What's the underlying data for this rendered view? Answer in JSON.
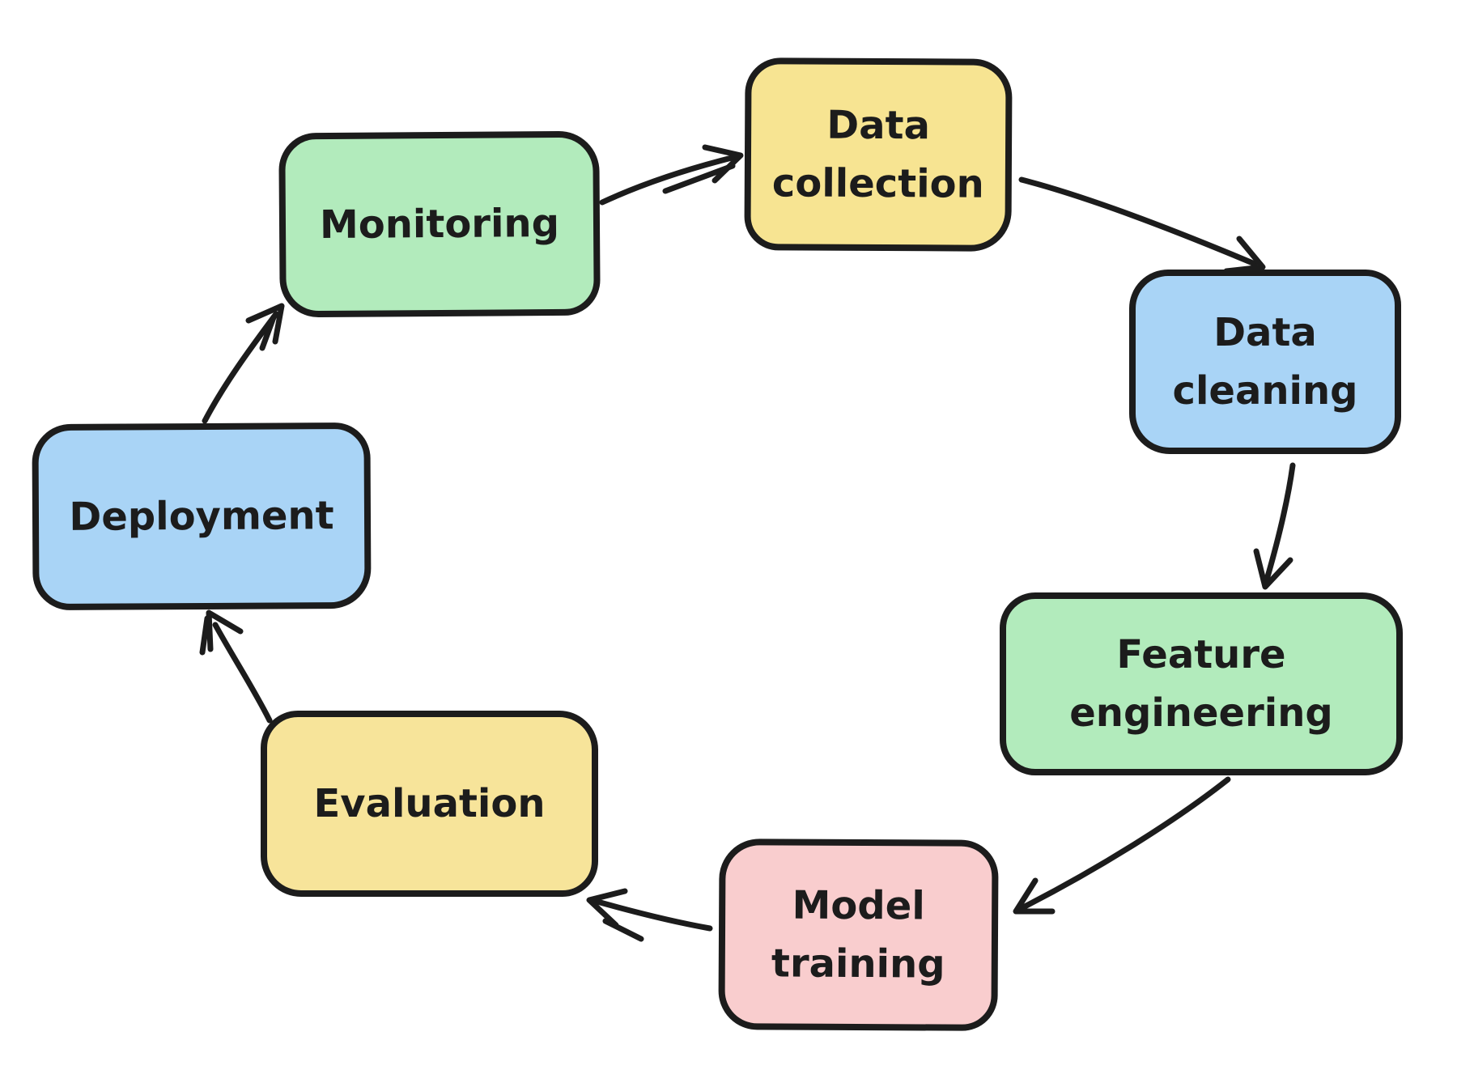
{
  "diagram": {
    "background": "#ffffff",
    "stroke_color": "#1c1c1c",
    "nodes": [
      {
        "id": "monitoring",
        "label": "Monitoring",
        "color": "#b2ebbc"
      },
      {
        "id": "data-collection",
        "label": "Data collection",
        "color": "#f7e492"
      },
      {
        "id": "data-cleaning",
        "label": "Data cleaning",
        "color": "#a9d4f6"
      },
      {
        "id": "feature-engineering",
        "label": "Feature engineering",
        "color": "#b2ebbc"
      },
      {
        "id": "model-training",
        "label": "Model training",
        "color": "#f9cdce"
      },
      {
        "id": "evaluation",
        "label": "Evaluation",
        "color": "#f7e49a"
      },
      {
        "id": "deployment",
        "label": "Deployment",
        "color": "#a9d4f6"
      }
    ],
    "edges": [
      {
        "from": "Monitoring",
        "to": "Data collection"
      },
      {
        "from": "Data collection",
        "to": "Data cleaning"
      },
      {
        "from": "Data cleaning",
        "to": "Feature engineering"
      },
      {
        "from": "Feature engineering",
        "to": "Model training"
      },
      {
        "from": "Model training",
        "to": "Evaluation"
      },
      {
        "from": "Evaluation",
        "to": "Deployment"
      },
      {
        "from": "Deployment",
        "to": "Monitoring"
      }
    ]
  }
}
